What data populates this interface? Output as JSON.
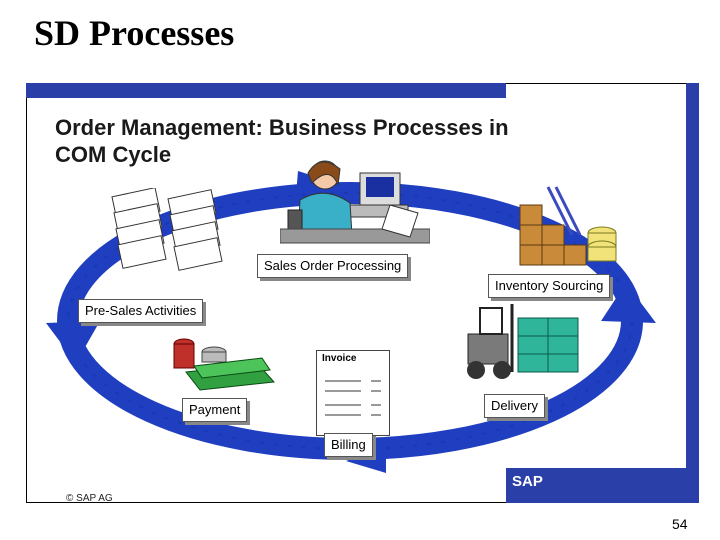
{
  "slide": {
    "title": "SD Processes",
    "page_number": "54"
  },
  "diagram": {
    "title_line1": "Order Management:  Business Processes in",
    "title_line2": "COM Cycle",
    "steps": {
      "sales_order": "Sales Order Processing",
      "inventory": "Inventory Sourcing",
      "pre_sales": "Pre-Sales Activities",
      "delivery": "Delivery",
      "payment": "Payment",
      "billing": "Billing"
    },
    "invoice_label": "Invoice",
    "copyright": "© SAP AG",
    "logo_text": "SAP"
  },
  "colors": {
    "accent_blue": "#2a3fa8",
    "cycle_blue": "#1f3fc0"
  }
}
